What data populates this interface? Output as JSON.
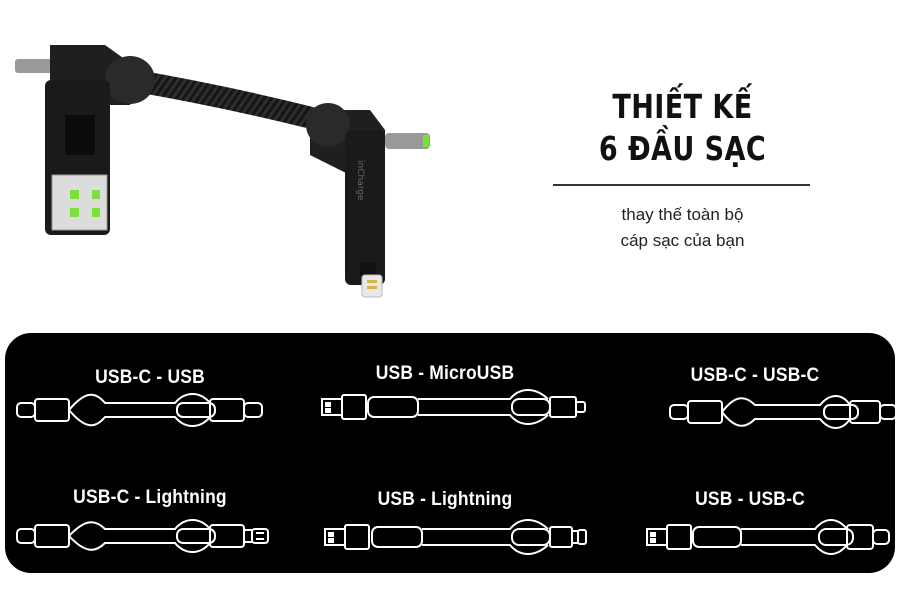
{
  "header": {
    "title_line_1": "THIẾT KẾ",
    "title_line_2": "6 ĐẦU SẠC",
    "subtitle_line_1": "thay thế toàn bộ",
    "subtitle_line_2": "cáp sạc của bạn"
  },
  "product": {
    "brand_text": "inCharge"
  },
  "cables": [
    {
      "label": "USB-C - USB",
      "left_end": "usb-c",
      "right_end": "usb-c"
    },
    {
      "label": "USB - MicroUSB",
      "left_end": "usb-a",
      "right_end": "micro-usb"
    },
    {
      "label": "USB-C - USB-C",
      "left_end": "usb-c",
      "right_end": "usb-c"
    },
    {
      "label": "USB-C - Lightning",
      "left_end": "usb-c",
      "right_end": "lightning"
    },
    {
      "label": "USB - Lightning",
      "left_end": "usb-a",
      "right_end": "lightning"
    },
    {
      "label": "USB - USB-C",
      "left_end": "usb-a",
      "right_end": "usb-c"
    }
  ],
  "colors": {
    "panel_bg": "#000000",
    "accent_green": "#7be13a",
    "line_white": "#ffffff"
  }
}
